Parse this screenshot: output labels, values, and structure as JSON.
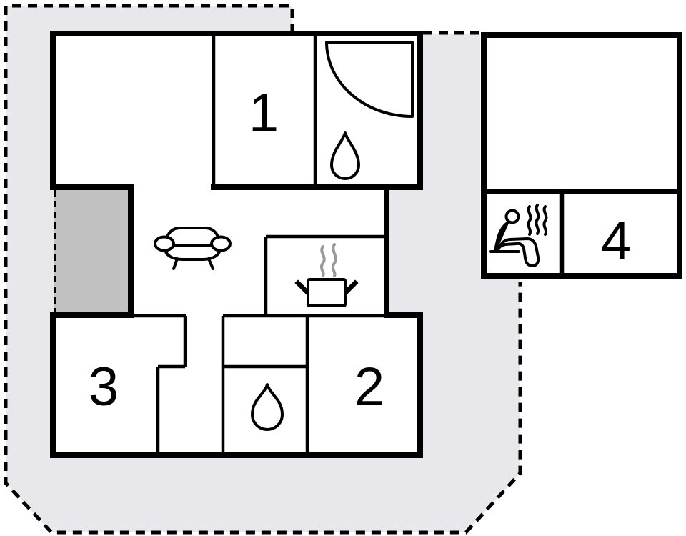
{
  "colors": {
    "background": "#ffffff",
    "plot_fill": "#e8e8ec",
    "terrace_fill": "#c1c1c1",
    "water_fill": "#b3f0f6",
    "steam_gray": "#9a9a9a",
    "ink": "#000000"
  },
  "floorplan": {
    "kind": "vacation-house-floor-plan",
    "room_labels": {
      "room1": "1",
      "room2": "2",
      "room3": "3",
      "room4": "4"
    },
    "icons": {
      "shower": "shower-quarter-circle-icon",
      "bathroom_top_drop": "water-drop-icon",
      "bathroom_bottom_drop": "water-drop-icon",
      "sofa": "sofa-icon",
      "stove": "cooking-pot-with-steam-icon",
      "sauna": "sauna-person-icon"
    }
  }
}
